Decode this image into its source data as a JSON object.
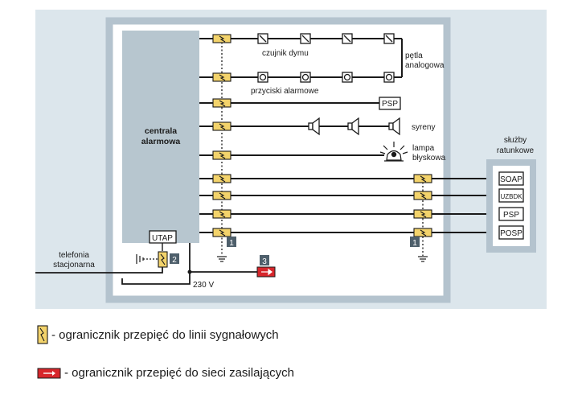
{
  "central": {
    "line1": "centrala",
    "line2": "alarmowa"
  },
  "loop_label": {
    "line1": "pętla",
    "line2": "analogowa"
  },
  "smoke_label": "czujnik dymu",
  "button_label": "przyciski alarmowe",
  "psp_device": "PSP",
  "sirens_label": "syreny",
  "lamp_label": {
    "line1": "lampa",
    "line2": "błyskowa"
  },
  "services": {
    "title_line1": "służby",
    "title_line2": "ratunkowe",
    "items": [
      "SOAP",
      "UZBDK",
      "PSP",
      "POSP"
    ]
  },
  "utap": "UTAP",
  "telephony": {
    "line1": "telefonia",
    "line2": "stacjonarna"
  },
  "voltage": "230 V",
  "badges": {
    "b1_left": "1",
    "b1_right": "1",
    "b2": "2",
    "b3": "3"
  },
  "legend": {
    "signal": "- ogranicznik przepięć do linii sygnałowych",
    "power": "- ogranicznik przepięć do sieci zasilających"
  },
  "colors": {
    "background_panel": "#dce6ec",
    "frame": "#b4c3ce",
    "central_unit": "#b7c6cf",
    "signal_arrester": "#f3d36b",
    "power_arrester": "#d7262b",
    "badge": "#4e5f6b"
  }
}
